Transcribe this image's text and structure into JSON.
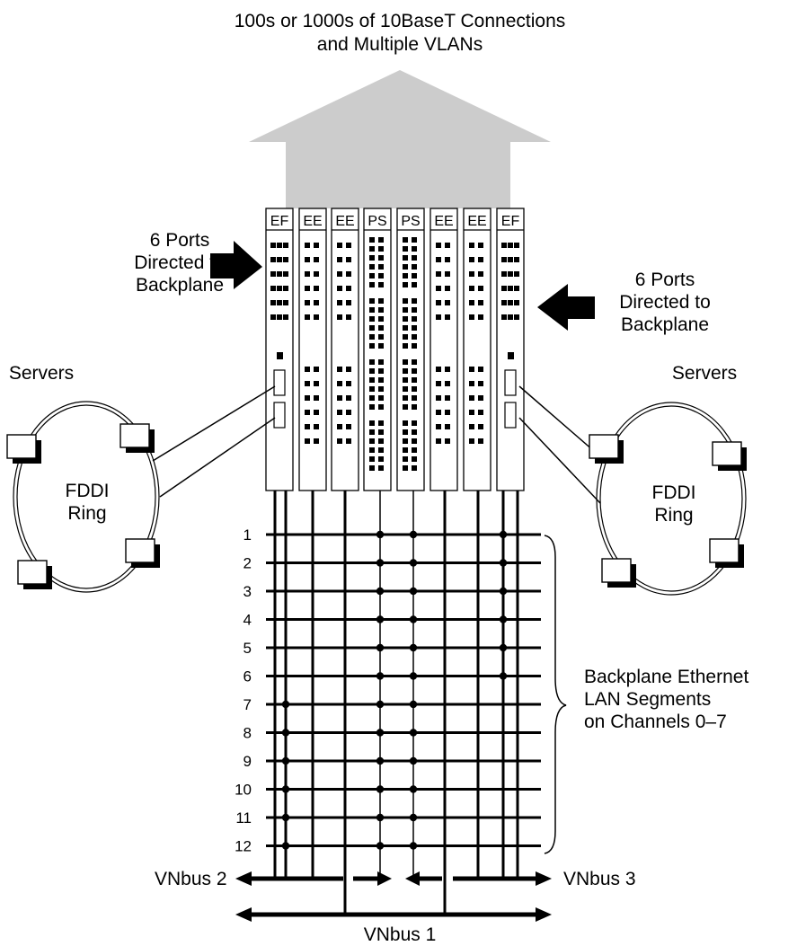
{
  "title": {
    "line1": "100s or 1000s of 10BaseT Connections",
    "line2": "and Multiple VLANs"
  },
  "modules": [
    "EF",
    "EE",
    "EE",
    "PS",
    "PS",
    "EE",
    "EE",
    "EF"
  ],
  "ports_left": {
    "line1": "6 Ports",
    "line2": "Directed to",
    "line3": "Backplane"
  },
  "ports_right": {
    "line1": "6 Ports",
    "line2": "Directed to",
    "line3": "Backplane"
  },
  "servers_left": "Servers",
  "servers_right": "Servers",
  "ring_left": {
    "line1": "FDDI",
    "line2": "Ring"
  },
  "ring_right": {
    "line1": "FDDI",
    "line2": "Ring"
  },
  "channels": [
    "1",
    "2",
    "3",
    "4",
    "5",
    "6",
    "7",
    "8",
    "9",
    "10",
    "11",
    "12"
  ],
  "backplane_label": {
    "line1": "Backplane Ethernet",
    "line2": "LAN Segments",
    "line3": "on Channels 0–7"
  },
  "vnbus": {
    "left": "VNbus 2",
    "right": "VNbus 3",
    "bottom": "VNbus 1"
  },
  "colors": {
    "arrow_fill": "#cccccc",
    "ink": "#000000"
  }
}
